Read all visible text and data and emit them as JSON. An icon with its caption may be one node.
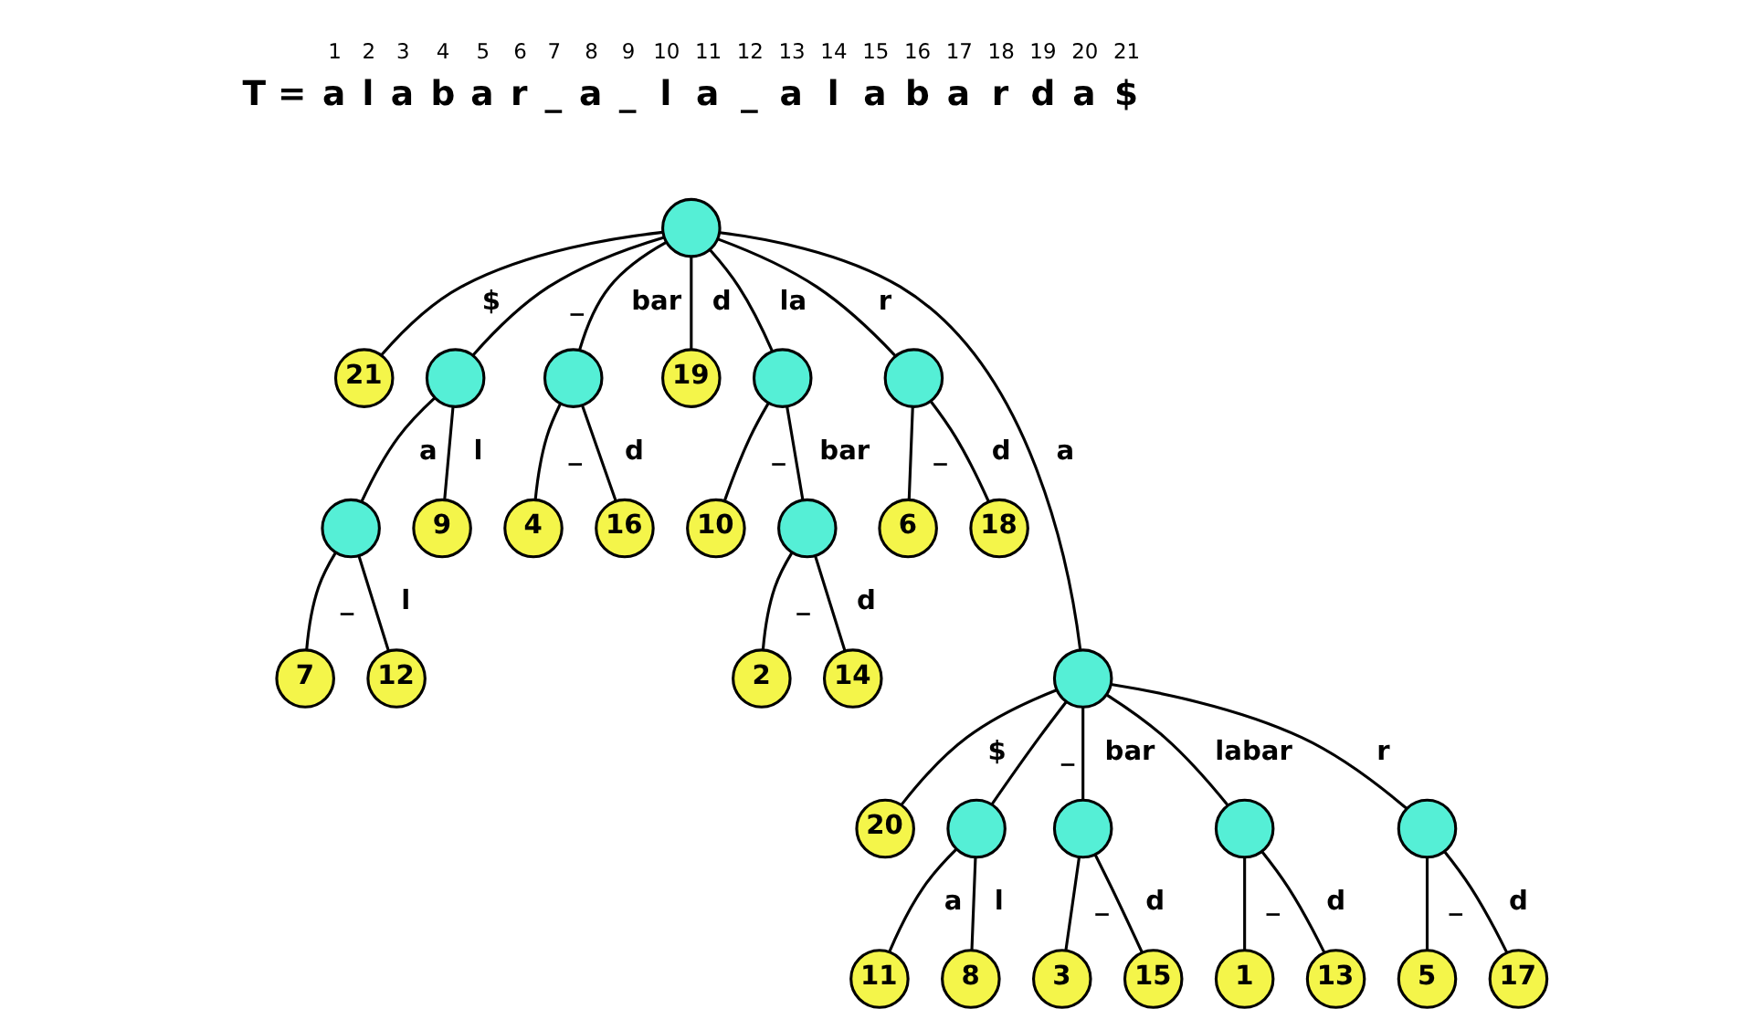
{
  "diagram": {
    "nodes": [
      {
        "text": [],
        "shape": "circle"
      },
      {
        "text": [
          "21"
        ]
      },
      {
        "text": [],
        "shape": "circle"
      },
      {
        "text": [],
        "shape": "circle"
      },
      {
        "text": [
          "19"
        ]
      },
      {
        "text": [],
        "shape": "circle"
      },
      {
        "text": [],
        "shape": "circle"
      },
      {
        "text": [],
        "shape": "circle"
      },
      {
        "text": [
          "9"
        ]
      },
      {
        "text": [
          "4"
        ]
      },
      {
        "text": [
          "16"
        ]
      },
      {
        "text": [
          "10"
        ]
      },
      {
        "text": [],
        "shape": "circle"
      },
      {
        "text": [
          "6"
        ]
      },
      {
        "text": [
          "18"
        ]
      },
      {
        "text": [
          "7"
        ]
      },
      {
        "text": [
          "12"
        ]
      },
      {
        "text": [],
        "shape": "circle"
      },
      {
        "text": [
          "2"
        ]
      },
      {
        "text": [
          "14"
        ]
      },
      {
        "text": [
          "20"
        ]
      },
      {
        "text": [],
        "shape": "circle"
      },
      {
        "text": [],
        "shape": "circle"
      },
      {
        "text": [],
        "shape": "circle"
      },
      {
        "text": [],
        "shape": "circle"
      },
      {
        "text": [
          "11"
        ]
      },
      {
        "text": [
          "8"
        ]
      },
      {
        "text": [
          "3"
        ]
      },
      {
        "text": [
          "15"
        ]
      },
      {
        "text": [
          "1"
        ]
      },
      {
        "text": [
          "13"
        ]
      },
      {
        "text": [
          "5"
        ]
      },
      {
        "text": [
          "17"
        ]
      }
    ],
    "edges": [
      {
        "from": 0,
        "to": 1,
        "arrow": "none",
        "label": "$"
      },
      {
        "from": 0,
        "to": 2,
        "arrow": "none",
        "label": "_"
      },
      {
        "from": 0,
        "to": 17,
        "arrow": "none",
        "label": "a"
      },
      {
        "from": 0,
        "to": 3,
        "arrow": "none",
        "label": "bar"
      },
      {
        "from": 0,
        "to": 4,
        "arrow": "none",
        "label": "d"
      },
      {
        "from": 0,
        "to": 5,
        "arrow": "none",
        "label": "la"
      },
      {
        "from": 0,
        "to": 6,
        "arrow": "none",
        "label": "r"
      },
      {
        "from": 2,
        "to": 7,
        "arrow": "none",
        "label": "a"
      },
      {
        "from": 2,
        "to": 8,
        "arrow": "none",
        "label": "l"
      },
      {
        "from": 7,
        "to": 15,
        "arrow": "none",
        "label": "_"
      },
      {
        "from": 7,
        "to": 16,
        "arrow": "none",
        "label": "l"
      },
      {
        "from": 3,
        "to": 9,
        "arrow": "none",
        "label": "_"
      },
      {
        "from": 3,
        "to": 10,
        "arrow": "none",
        "label": "d"
      },
      {
        "from": 5,
        "to": 11,
        "arrow": "none",
        "label": "_"
      },
      {
        "from": 5,
        "to": 12,
        "arrow": "none",
        "label": "bar"
      },
      {
        "from": 12,
        "to": 18,
        "arrow": "none",
        "label": "_"
      },
      {
        "from": 12,
        "to": 19,
        "arrow": "none",
        "label": "d"
      },
      {
        "from": 6,
        "to": 13,
        "arrow": "none",
        "label": "_"
      },
      {
        "from": 6,
        "to": 14,
        "arrow": "none",
        "label": "d"
      },
      {
        "from": 17,
        "to": 20,
        "arrow": "none",
        "label": "$"
      },
      {
        "from": 17,
        "to": 21,
        "arrow": "none",
        "label": "_"
      },
      {
        "from": 17,
        "to": 22,
        "arrow": "none",
        "label": "bar"
      },
      {
        "from": 17,
        "to": 23,
        "arrow": "none",
        "label": "labar"
      },
      {
        "from": 17,
        "to": 24,
        "arrow": "none",
        "label": "r"
      },
      {
        "from": 21,
        "to": 25,
        "arrow": "none",
        "label": "a"
      },
      {
        "from": 21,
        "to": 26,
        "arrow": "none",
        "label": "l"
      },
      {
        "from": 22,
        "to": 27,
        "arrow": "none",
        "label": "_"
      },
      {
        "from": 22,
        "to": 28,
        "arrow": "none",
        "label": "d"
      },
      {
        "from": 23,
        "to": 29,
        "arrow": "none",
        "label": "_"
      },
      {
        "from": 23,
        "to": 30,
        "arrow": "none",
        "label": "d"
      },
      {
        "from": 24,
        "to": 31,
        "arrow": "none",
        "label": "_"
      },
      {
        "from": 24,
        "to": 32,
        "arrow": "none",
        "label": "d"
      }
    ],
    "labels": [
      "1",
      "2",
      "3",
      "4",
      "5",
      "6",
      "7",
      "8",
      "9",
      "10",
      "11",
      "12",
      "13",
      "14",
      "15",
      "16",
      "17",
      "18",
      "19",
      "20",
      "21",
      "T =",
      "a",
      "l",
      "a",
      "b",
      "a",
      "r",
      "_",
      "a",
      "_",
      "l",
      "a",
      "_",
      "a",
      "l",
      "a",
      "b",
      "a",
      "r",
      "d",
      "a",
      "$"
    ]
  }
}
